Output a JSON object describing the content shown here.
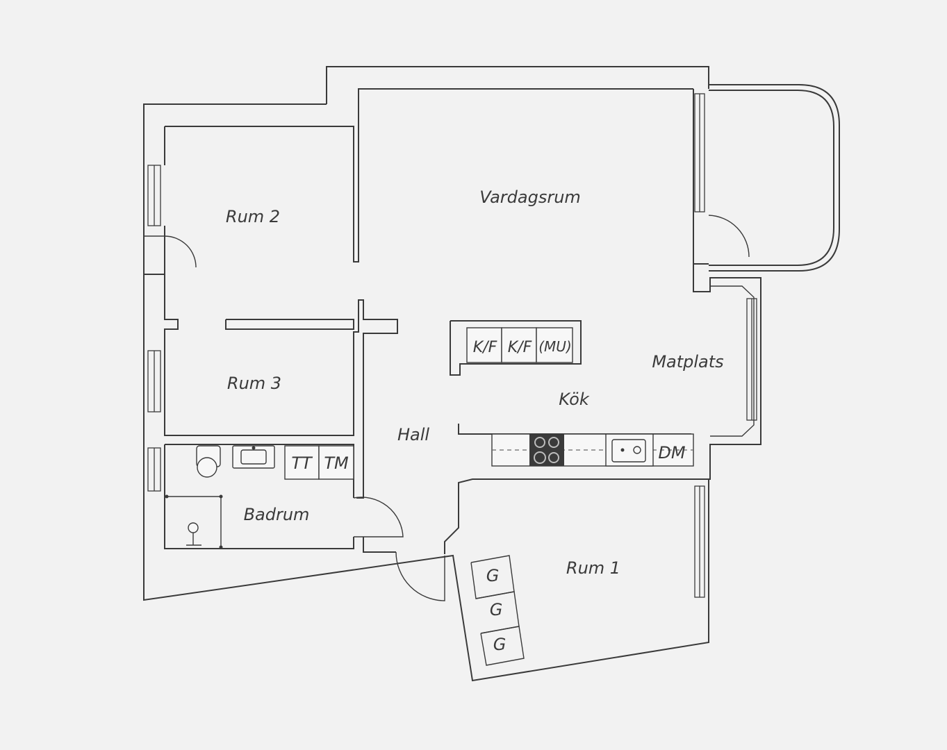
{
  "rooms": {
    "rum2": "Rum 2",
    "vardagsrum": "Vardagsrum",
    "rum3": "Rum 3",
    "matplats": "Matplats",
    "kok": "Kök",
    "hall": "Hall",
    "badrum": "Badrum",
    "rum1": "Rum 1"
  },
  "fixtures": {
    "kf1": "K/F",
    "kf2": "K/F",
    "mu": "(MU)",
    "tt": "TT",
    "tm": "TM",
    "dm": "DM",
    "g1": "G",
    "g2": "G",
    "g3": "G"
  }
}
